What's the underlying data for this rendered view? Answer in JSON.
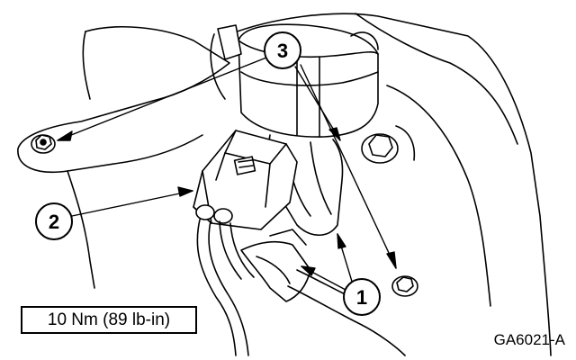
{
  "callouts": [
    {
      "number": "1"
    },
    {
      "number": "2"
    },
    {
      "number": "3"
    }
  ],
  "torque_spec": "10 Nm (89 lb-in)",
  "figure_id": "GA6021-A",
  "colors": {
    "line": "#000000",
    "background": "#ffffff"
  }
}
